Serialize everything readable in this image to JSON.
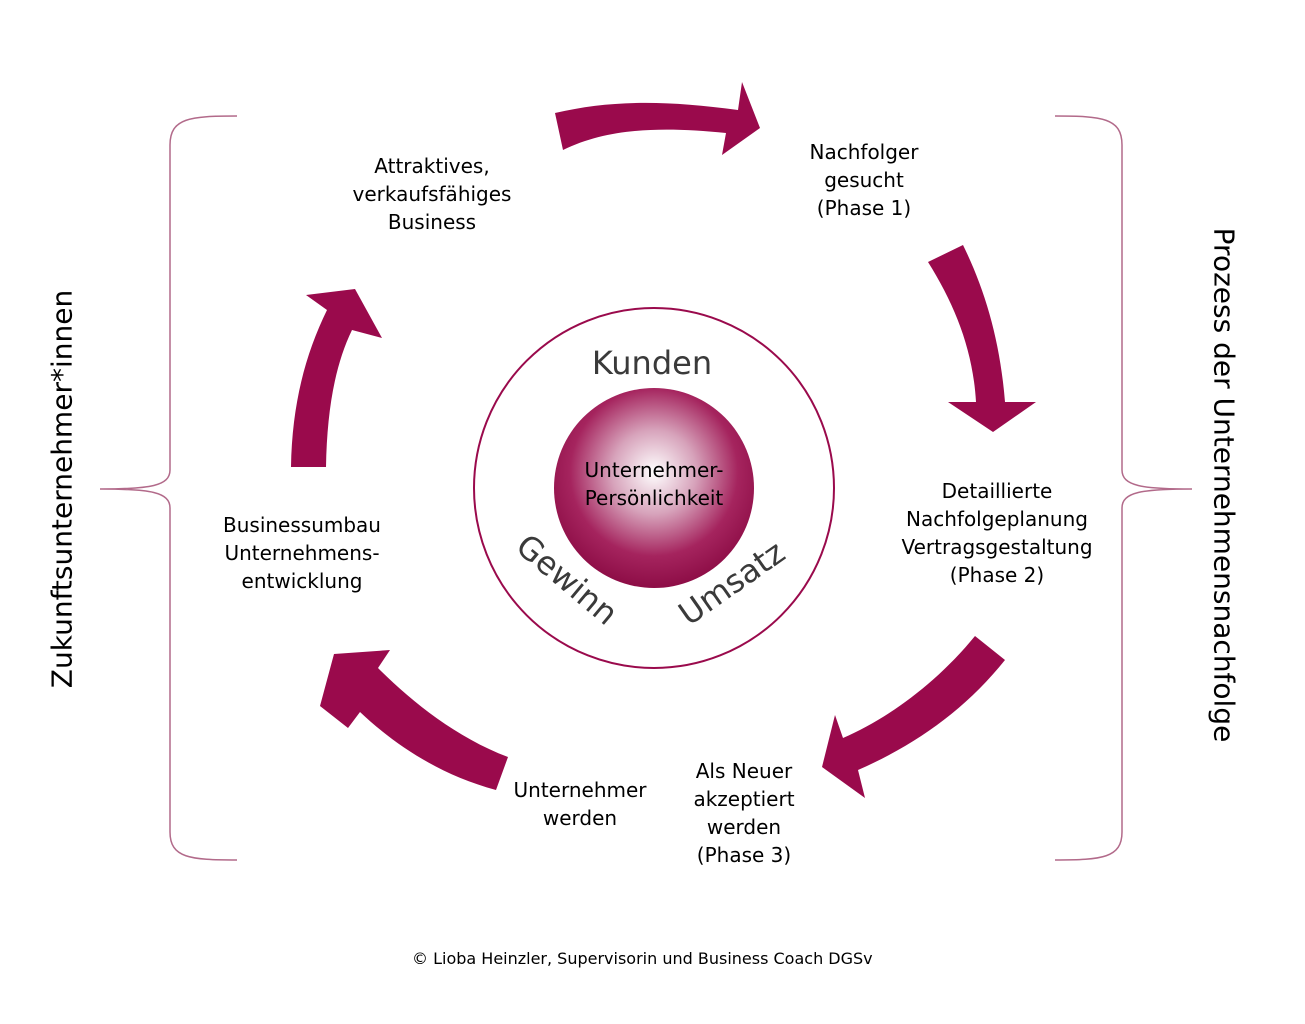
{
  "colors": {
    "accent": "#9a0a4c",
    "bracket": "#b26a8a",
    "ring": "#9a0a4c",
    "text_gray": "#3a3a3a"
  },
  "left_side_label": "Zukunftsunternehmer*innen",
  "right_side_label": "Prozess der Unternehmensnachfolge",
  "center": {
    "line1": "Unternehmer-",
    "line2": "Persönlichkeit",
    "ring_top": "Kunden",
    "ring_left": "Gewinn",
    "ring_right": "Umsatz"
  },
  "steps": {
    "attraktiv": [
      "Attraktives,",
      "verkaufsfähiges",
      "Business"
    ],
    "nachfolger": [
      "Nachfolger",
      "gesucht",
      "(Phase 1)"
    ],
    "detail": [
      "Detaillierte",
      "Nachfolgeplanung",
      "Vertragsgestaltung",
      "(Phase 2)"
    ],
    "neuer": [
      "Als Neuer",
      "akzeptiert",
      "werden",
      "(Phase 3)"
    ],
    "unternehmer": [
      "Unternehmer",
      "werden"
    ],
    "umbau": [
      "Businessumbau",
      "Unternehmens-",
      "entwicklung"
    ]
  },
  "credit": "© Lioba Heinzler, Supervisorin und Business Coach DGSv"
}
